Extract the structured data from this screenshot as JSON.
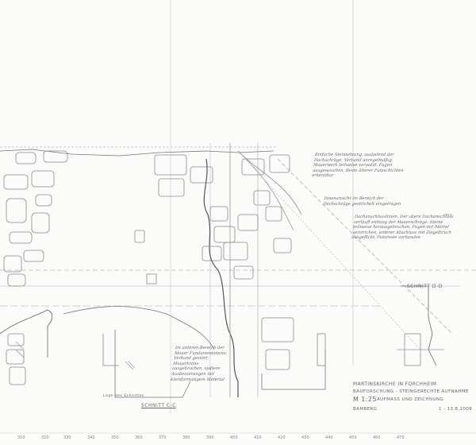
{
  "drawing": {
    "note_top": "Einfache Steinsetzung, ausladend der Dachschräge, Verband unregelmäßig, Mauerwerk teilweise verputzt, Fugen ausgewaschen, Reste älterer Putzschichten erkennbar",
    "note_mid_heading": "Innenansicht im Bereich der Dachschräge gestrichelt eingetragen",
    "note_right": "Dachanschlusslinien: Der obere Dachanschluss verläuft entlang der Mauerschräge, Steine teilweise herausgebrochen, Fugen mit Mörtel verstrichen, unterer Abschluss mit Ziegelbruch ausgeflickt, Putzreste vorhanden",
    "note_bottom": "Im unteren Bereich der Mauer Fundamentsteine, Verband gestört, Mauerkrone ausgebrochen, spätere Ausbesserungen mit kleinformatigem Material",
    "section_dd": "SCHNITT D-D",
    "section_cc": "SCHNITT C-C",
    "label_left_bottom": "Lage des Schnittes",
    "title_block": {
      "line1": "MARTINSKIRCHE IN FORCHHEIM",
      "line2": "BAUFORSCHUNG - STEINGERECHTE AUFNAHME",
      "line3": "M 1:25",
      "line3b": "AUFMASS UND ZEICHNUNG",
      "line4": "BAMBERG",
      "date": "1 - 13.8.2008"
    },
    "scale_ticks": [
      "310",
      "320",
      "330",
      "340",
      "350",
      "360",
      "370",
      "380",
      "390",
      "400",
      "410",
      "420",
      "430",
      "440",
      "450",
      "460",
      "470"
    ]
  }
}
